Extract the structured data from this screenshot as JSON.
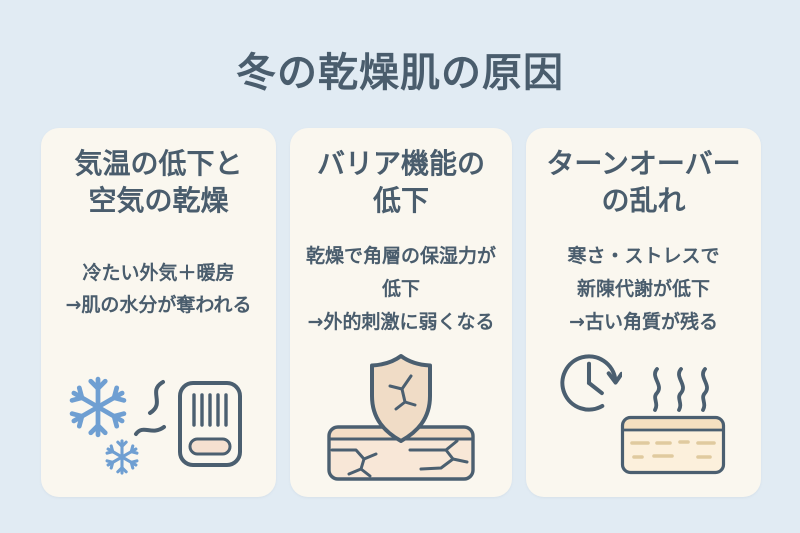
{
  "title": "冬の乾燥肌の原因",
  "cards": [
    {
      "id": "temperature-drop-dry-air",
      "title_lines": [
        "気温の低下と",
        "空気の乾燥"
      ],
      "body_lines": [
        "冷たい外気＋暖房",
        "→肌の水分が奪われる"
      ],
      "icons": [
        "snowflake-large",
        "snowflake-small",
        "heat-waves",
        "heater"
      ]
    },
    {
      "id": "barrier-function-decline",
      "title_lines": [
        "バリア機能の",
        "低下"
      ],
      "body_lines": [
        "乾燥で角層の保湿力が",
        "低下",
        "→外的刺激に弱くなる"
      ],
      "icons": [
        "cracked-shield",
        "cracked-skin-layer"
      ]
    },
    {
      "id": "turnover-disruption",
      "title_lines": [
        "ターンオーバー",
        "の乱れ"
      ],
      "body_lines": [
        "寒さ・ストレスで",
        "新陳代謝が低下",
        "→古い角質が残る"
      ],
      "icons": [
        "clock-arrow",
        "steam-lines",
        "skin-surface"
      ]
    }
  ],
  "colors": {
    "page_background": "#e1ebf3",
    "card_background": "#faf7ef",
    "text_slate": "#4a5d6d",
    "stroke_slate": "#4b5f70",
    "snowflake_blue": "#6f9fd2",
    "shield_beige": "#f0dcc6",
    "skin_fill": "#f8e7d7",
    "skin_band": "#f3ddc5",
    "surface_band": "#f5e0c0",
    "surface_fill": "#fcf0dc",
    "surface_dash": "#e0ca9f",
    "heater_button": "#f5e0d0"
  }
}
